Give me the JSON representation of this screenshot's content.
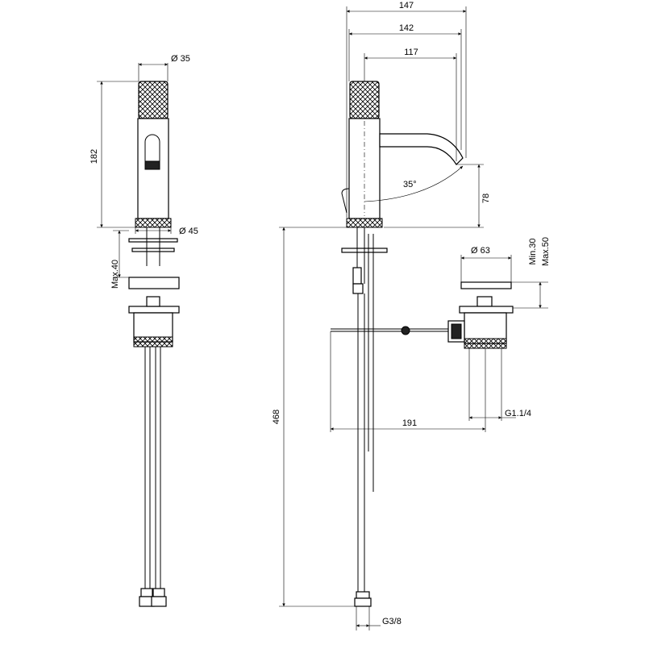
{
  "dimensions": {
    "front_spout_diameter": "Ø 35",
    "front_body_height": "182",
    "front_base_diameter": "Ø 45",
    "front_max_thickness": "Max.40",
    "side_width_total": "147",
    "side_width_outer": "142",
    "side_spout_reach": "117",
    "side_angle": "35°",
    "side_spout_height": "78",
    "side_total_height": "468",
    "waste_diameter": "Ø 63",
    "waste_min": "Min.30",
    "waste_max": "Max.50",
    "waste_thread": "G1.1/4",
    "waste_rod_length": "191",
    "hose_thread": "G3/8"
  }
}
